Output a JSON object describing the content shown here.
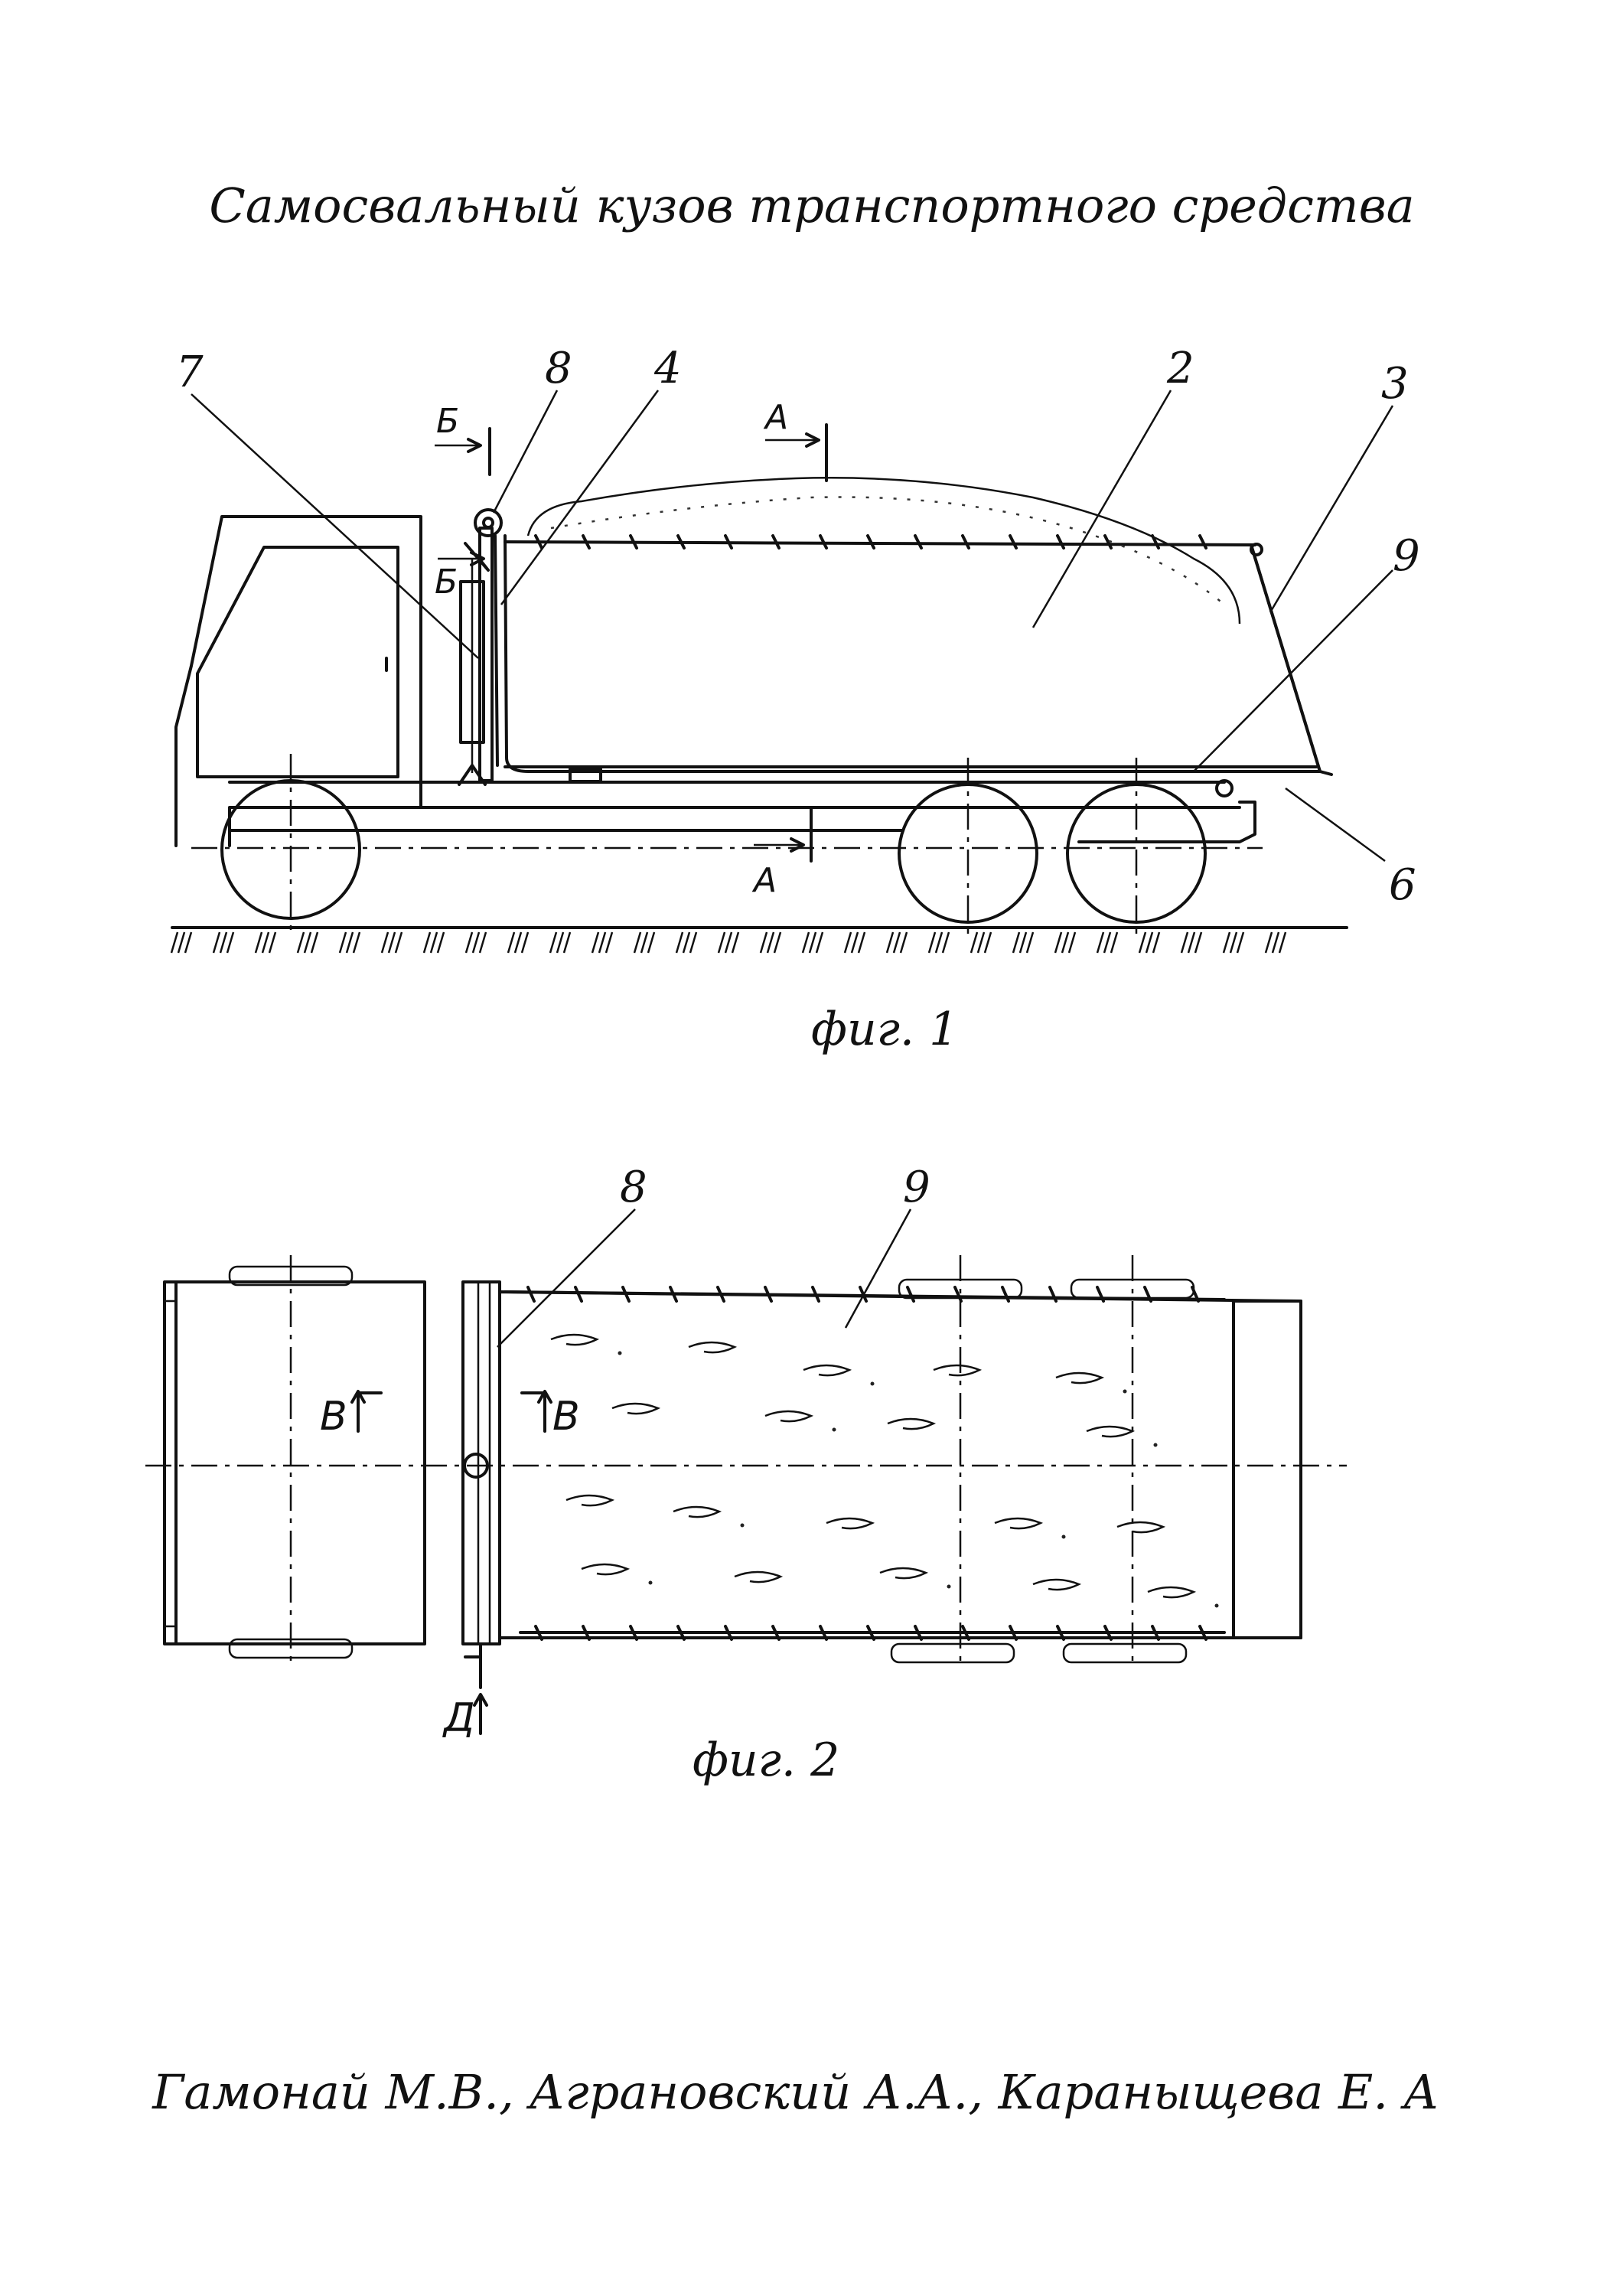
{
  "title": "Самосвальный кузов транспортного средства",
  "fig1": {
    "caption": "фиг. 1",
    "labels": {
      "n7": "7",
      "n8": "8",
      "n4": "4",
      "n2": "2",
      "n3": "3",
      "n9": "9",
      "n6": "6",
      "b_top": "Б",
      "b_mid": "Б",
      "a_top": "А",
      "a_bottom": "А"
    }
  },
  "fig2": {
    "caption": "фиг. 2",
    "labels": {
      "n8": "8",
      "n9": "9",
      "v_left": "В",
      "v_right": "В",
      "d": "Д"
    }
  },
  "authors": "Гамонай М.В., Аграновский А.А., Караныщева Е. А"
}
